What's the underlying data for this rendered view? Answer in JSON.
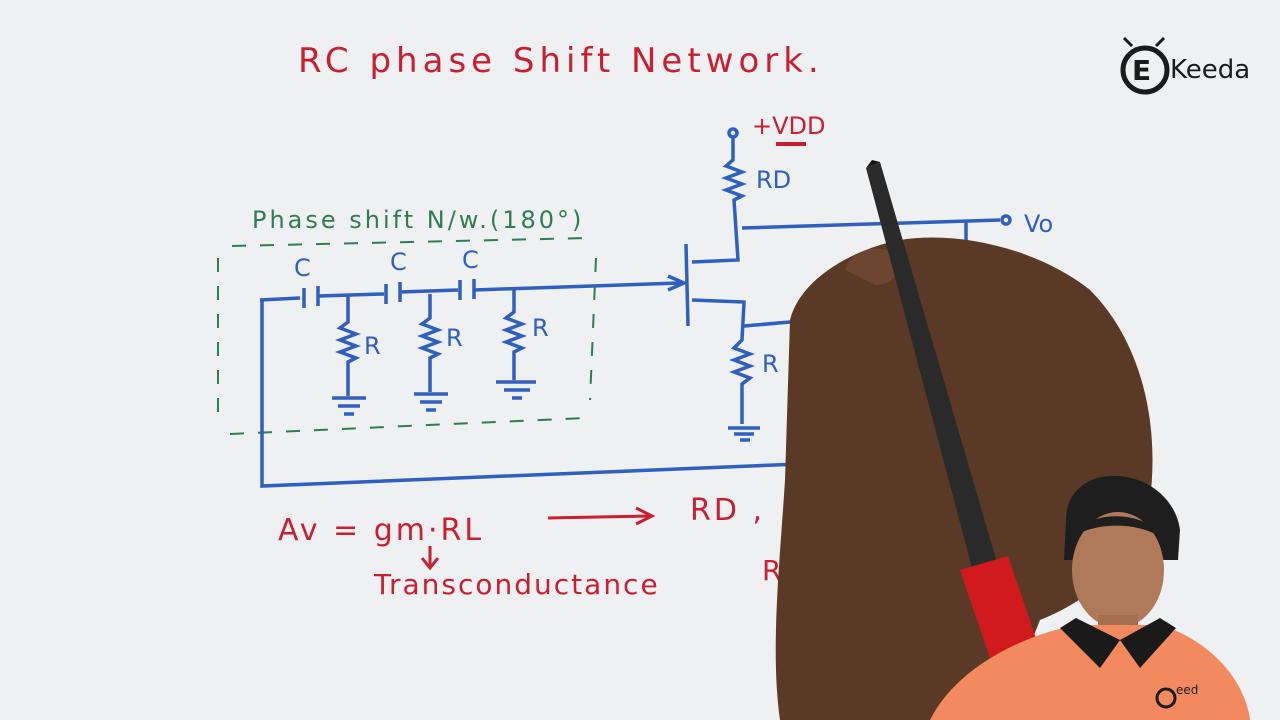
{
  "board": {
    "title": "RC phase Shift Network.",
    "vdd_label": "+VDD",
    "rd_label": "RD",
    "vo_label": "Vo",
    "phase_shift_label": "Phase shift N/w.(180°)",
    "capacitor_label": "C",
    "resistor_label": "R",
    "source_resistor_label": "R",
    "equation": "Av = gm·RL",
    "equation_result": "RD , ",
    "transconductance": "Transconductance",
    "partial_text": "R"
  },
  "logo": {
    "text": "Keeda"
  },
  "shirt_logo": {
    "text": "eed"
  },
  "colors": {
    "board": "#eef0f1",
    "ink_red": "#c81f33",
    "ink_blue": "#2f5fbf",
    "ink_green": "#2f7d4f",
    "shirt": "#f3895f",
    "skin": "#5a3a26"
  }
}
